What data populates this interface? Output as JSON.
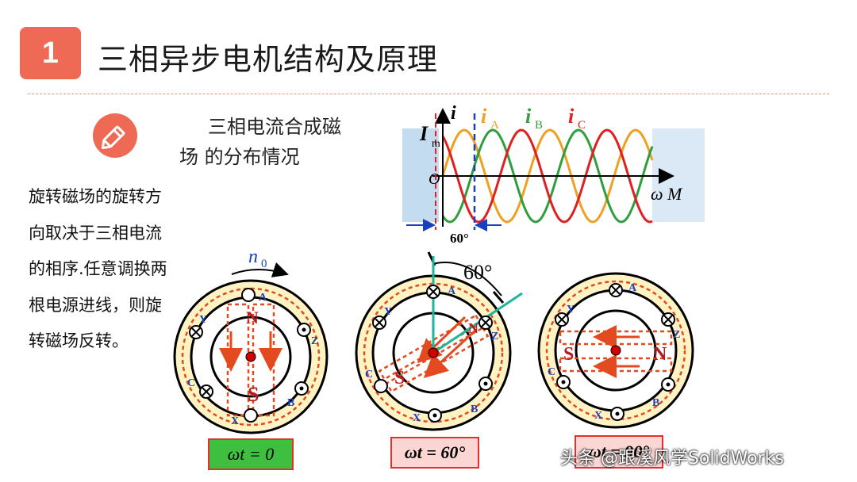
{
  "header": {
    "badge": "1",
    "title": "三相异步电机结构及原理"
  },
  "subtitle": {
    "line1": "三相电流合成磁",
    "line2": "场 的分布情况"
  },
  "paragraph": [
    "旋转磁场的旋转方",
    "向取决于三相电流",
    "的相序.任意调换两",
    "根电源进线，则旋",
    "转磁场反转。"
  ],
  "wave": {
    "y_axis": "i",
    "i_sub_a": "A",
    "i_sub_b": "B",
    "i_sub_c": "C",
    "im_main": "I",
    "im_sub": "m",
    "origin": "O",
    "x_axis": "ω M",
    "angle": "60°",
    "colors": {
      "A": "#f0a020",
      "B": "#2e9e3e",
      "C": "#e02020"
    }
  },
  "rotation_label": {
    "n": "n",
    "sub": "0"
  },
  "angle_label": "60°",
  "coil_labels": {
    "A": "A",
    "B": "B",
    "C": "C",
    "X": "X",
    "Y": "Y",
    "Z": "Z"
  },
  "pole_labels": {
    "N": "N",
    "S": "S"
  },
  "states": {
    "s1": "ωt = 0",
    "s2": "ωt = 60°",
    "s3": "ωt = 90°"
  },
  "watermark": "头条 @跟溪风学SolidWorks"
}
